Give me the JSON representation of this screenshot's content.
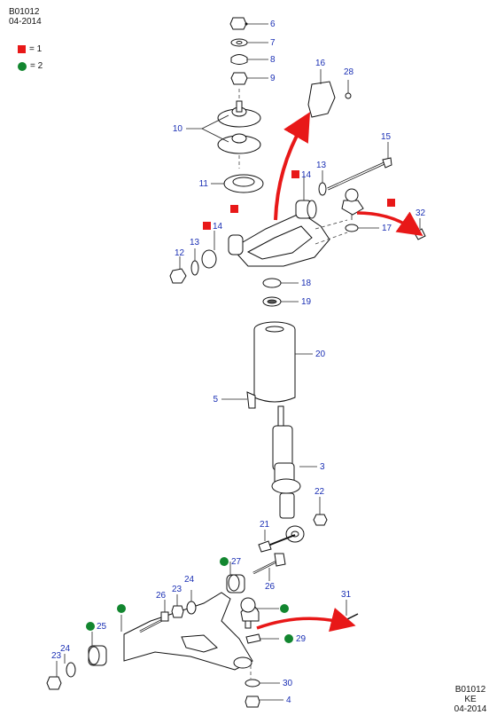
{
  "header": {
    "code": "B01012",
    "date": "04-2014"
  },
  "footer": {
    "code": "B01012",
    "region": "KE",
    "date": "04-2014"
  },
  "legend": {
    "red_square": "= 1",
    "green_circle": "= 2"
  },
  "colors": {
    "callout": "#1a2fb4",
    "red_marker": "#e81818",
    "green_marker": "#12862f",
    "arrow": "#e81818"
  },
  "callouts": {
    "c6": "6",
    "c7": "7",
    "c8": "8",
    "c9": "9",
    "c10": "10",
    "c11": "11",
    "c16": "16",
    "c28": "28",
    "c15": "15",
    "c13a": "13",
    "c14a": "14",
    "c32": "32",
    "c17": "17",
    "c14b": "14",
    "c13b": "13",
    "c12": "12",
    "c18": "18",
    "c19": "19",
    "c20": "20",
    "c5": "5",
    "c3": "3",
    "c22": "22",
    "c21": "21",
    "c27": "27",
    "c26a": "26",
    "c24a": "24",
    "c26b": "26",
    "c23a": "23",
    "c31": "31",
    "c25": "25",
    "c29": "29",
    "c24b": "24",
    "c23b": "23",
    "c30": "30",
    "c4": "4"
  }
}
